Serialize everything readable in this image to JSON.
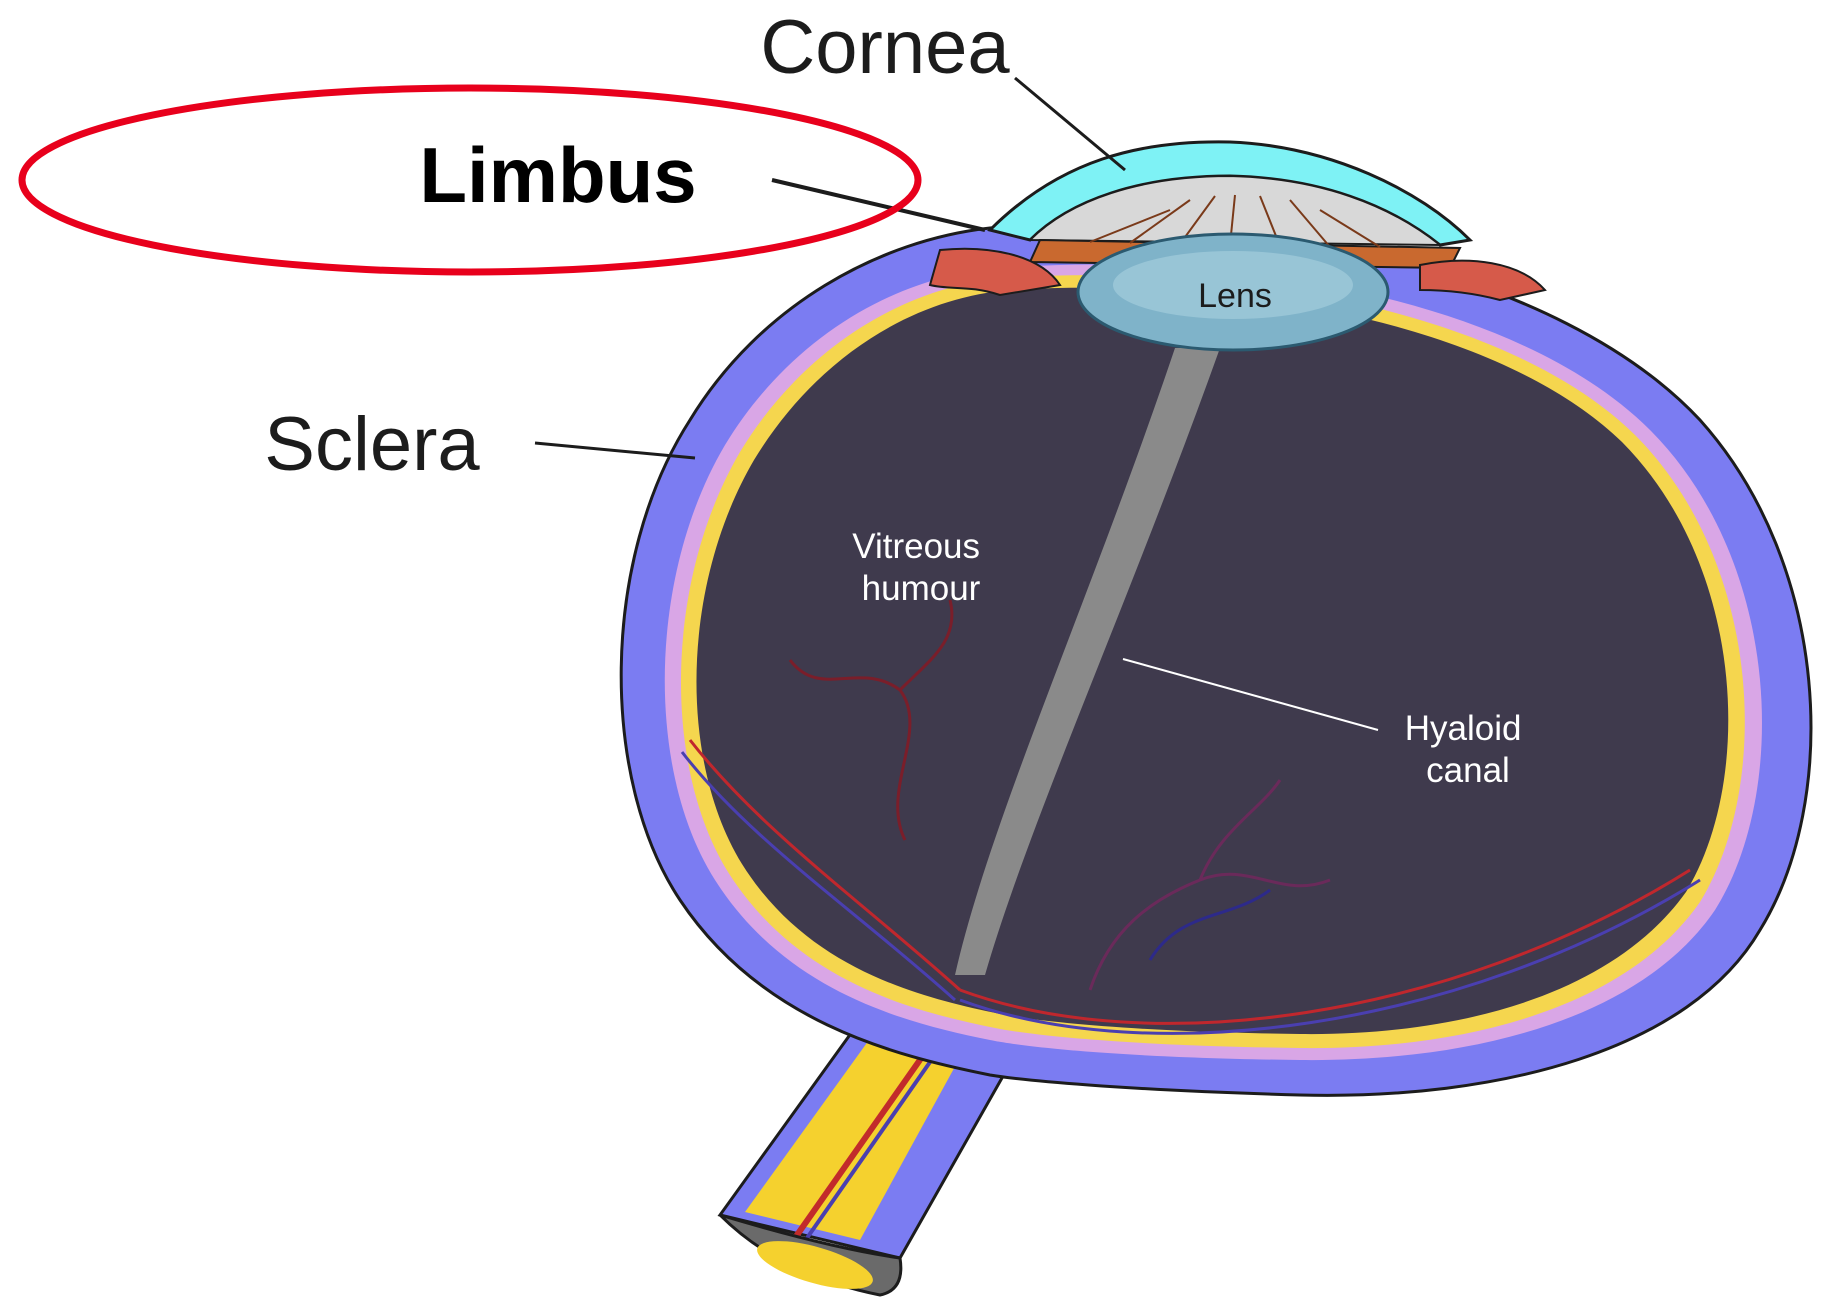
{
  "labels": {
    "cornea": "Cornea",
    "limbus": "Limbus",
    "sclera": "Sclera",
    "lens": "Lens",
    "vitreous_line1": "Vitreous",
    "vitreous_line2": "humour",
    "hyaloid_line1": "Hyaloid",
    "hyaloid_line2": "canal"
  },
  "colors": {
    "sclera": "#7b7cf2",
    "choroid": "#d9a6e6",
    "retina": "#f5d64e",
    "vitreous": "#3f3a4d",
    "cornea": "#7ef2f5",
    "anterior_chamber": "#d8d8d8",
    "iris": "#c9692f",
    "ciliary_body": "#d65a4a",
    "lens": "#7fb3c9",
    "hyaloid_canal": "#8a8a8a",
    "optic_nerve": "#f5d12e",
    "highlight_ellipse": "#e8001c",
    "vessels": "#9b1e2a"
  }
}
